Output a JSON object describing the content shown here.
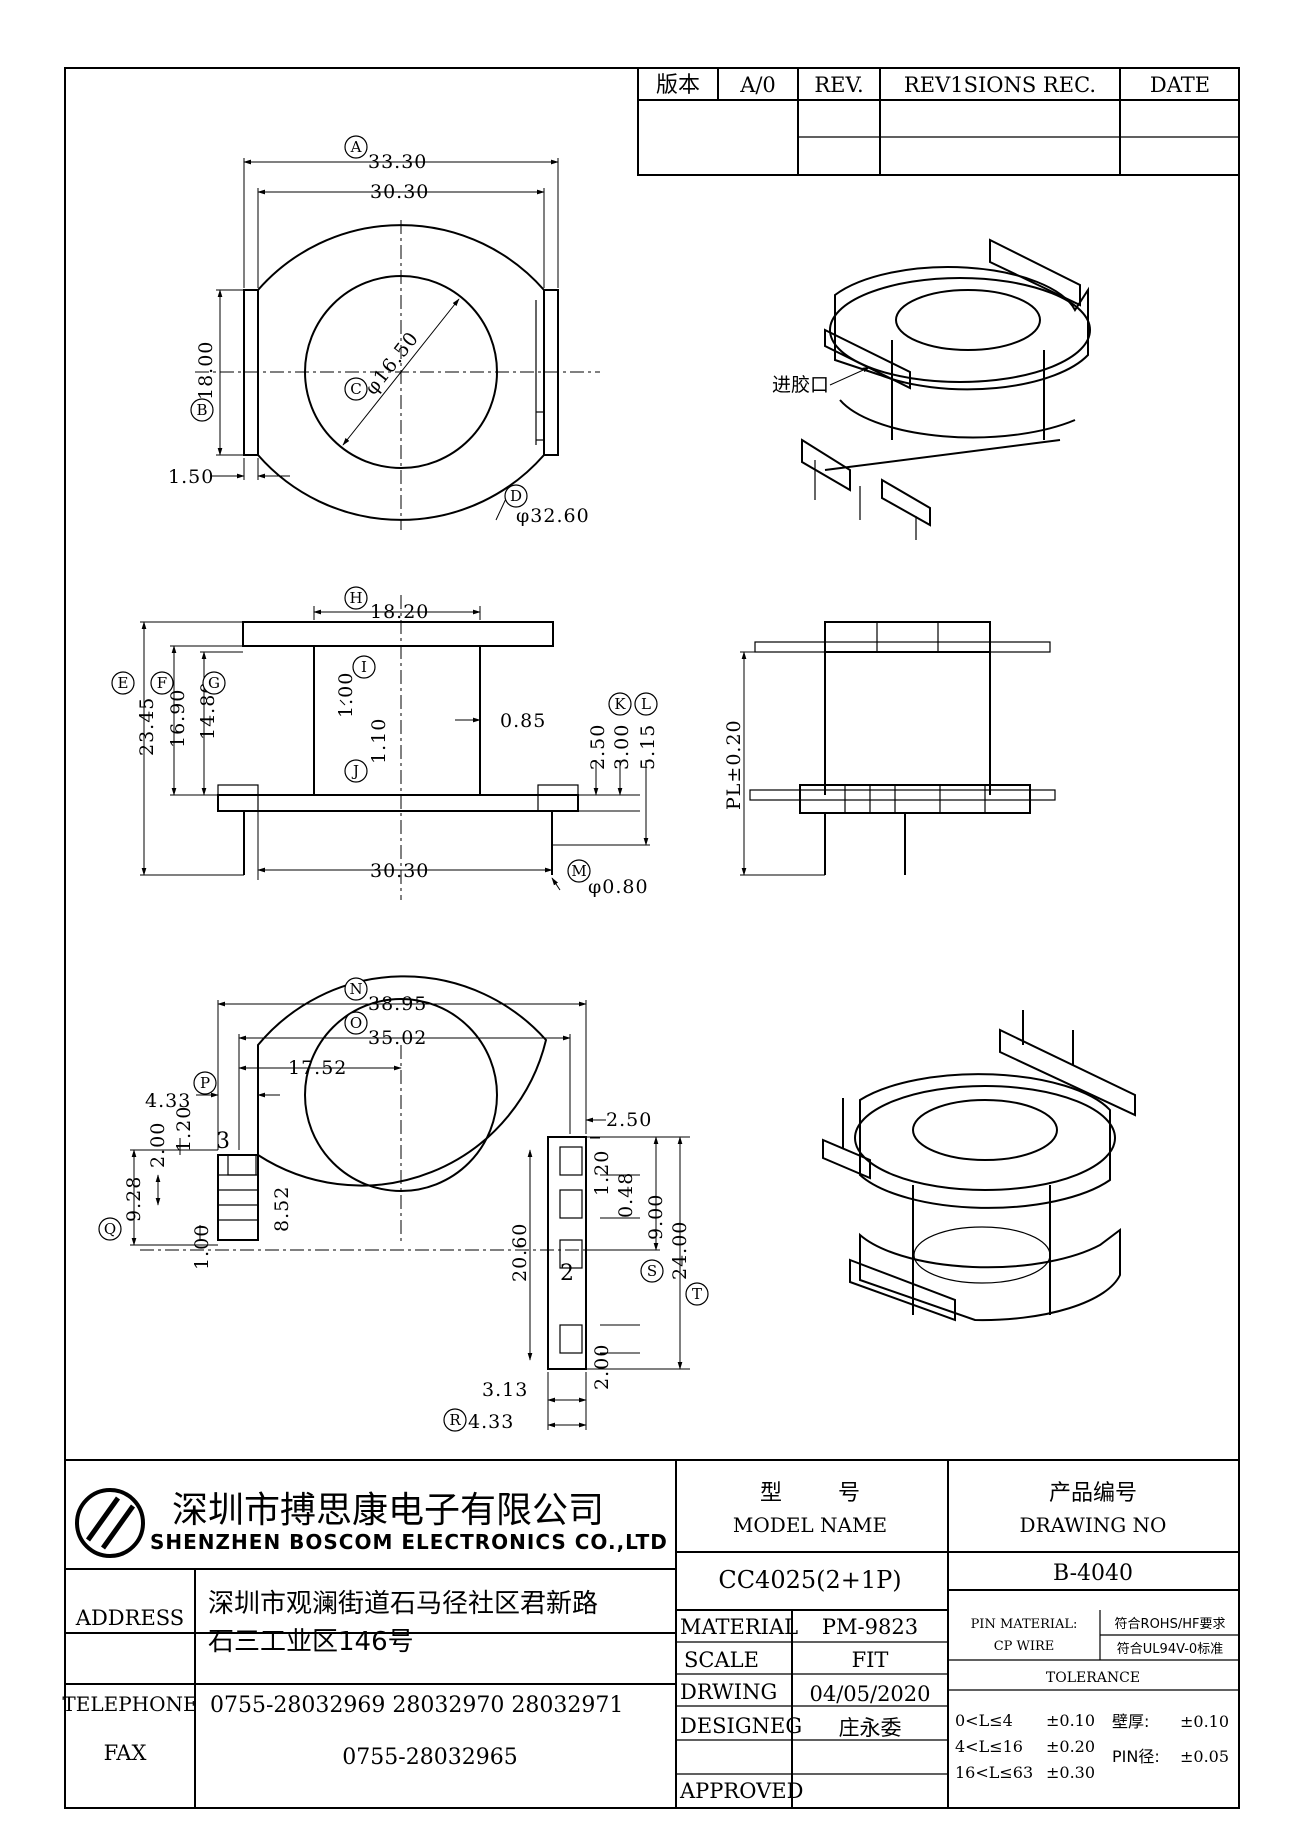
{
  "revision_block": {
    "version_label": "版本",
    "version_value": "A/0",
    "rev_label": "REV.",
    "revisions_label": "REV1SIONS REC.",
    "date_label": "DATE"
  },
  "top_view": {
    "dims": [
      {
        "letter": "A",
        "value": "33.30"
      },
      {
        "value": "30.30"
      },
      {
        "letter": "B",
        "value": "18.00"
      },
      {
        "letter": "C",
        "value": "φ16.50"
      },
      {
        "value": "1.50"
      },
      {
        "letter": "D",
        "value": "φ32.60"
      }
    ]
  },
  "iso_top": {
    "gate_label": "进胶口"
  },
  "front_view": {
    "dims": [
      {
        "letter": "H",
        "value": "18.20"
      },
      {
        "letter": "I",
        "value": "1.00"
      },
      {
        "value": "0.85"
      },
      {
        "letter": "J",
        "value": "1.10"
      },
      {
        "letter": "E",
        "value": "23.45"
      },
      {
        "letter": "F",
        "value": "16.90"
      },
      {
        "letter": "G",
        "value": "14.80"
      },
      {
        "letter": "K",
        "value": "2.50"
      },
      {
        "value": "3.00"
      },
      {
        "letter": "L",
        "value": "5.15"
      },
      {
        "value": "30.30"
      },
      {
        "letter": "M",
        "value": "φ0.80"
      }
    ]
  },
  "side_view": {
    "pl_label": "PL±0.20"
  },
  "bottom_view": {
    "dims": [
      {
        "letter": "N",
        "value": "38.95"
      },
      {
        "letter": "O",
        "value": "35.02"
      },
      {
        "value": "17.52"
      },
      {
        "letter": "P",
        "value": "4.33"
      },
      {
        "value": "1.20"
      },
      {
        "value": "2.00"
      },
      {
        "letter": "Q",
        "value": "9.28"
      },
      {
        "value": "8.52"
      },
      {
        "value": "1.00"
      },
      {
        "value": "2.50"
      },
      {
        "value": "1.20"
      },
      {
        "value": "0.48"
      },
      {
        "value": "20.60"
      },
      {
        "letter": "S",
        "value": "9.00"
      },
      {
        "letter": "T",
        "value": "24.00"
      },
      {
        "value": "2.00"
      },
      {
        "value": "3.13"
      },
      {
        "letter": "R",
        "value": "4.33"
      }
    ],
    "pin_labels": [
      "3",
      "2"
    ]
  },
  "title_block": {
    "company_cn": "深圳市搏思康电子有限公司",
    "company_en": "SHENZHEN BOSCOM ELECTRONICS CO.,LTD",
    "address_label": "ADDRESS",
    "address_line1": "深圳市观澜街道石马径社区君新路",
    "address_line2": "石三工业区146号",
    "telephone_label": "TELEPHONE",
    "telephone_value": "0755-28032969 28032970 28032971",
    "fax_label": "FAX",
    "fax_value": "0755-28032965",
    "model_cn": "型        号",
    "model_en": "MODEL NAME",
    "model_value": "CC4025(2+1P)",
    "drawing_no_cn": "产品编号",
    "drawing_no_en": "DRAWING NO",
    "drawing_no_value": "B-4040",
    "material_label": "MATERIAL",
    "material_value": "PM-9823",
    "scale_label": "SCALE",
    "scale_value": "FIT",
    "drawing_label": "DRWING",
    "drawing_value": "04/05/2020",
    "designer_label": "DESIGNEG",
    "designer_value": "庄永委",
    "approved_label": "APPROVED",
    "approved_value": "",
    "pin_material_label": "PIN MATERIAL:",
    "pin_material_value": "CP WIRE",
    "rohs_note": "符合ROHS/HF要求",
    "ul_note": "符合UL94V-0标准",
    "tolerance_label": "TOLERANCE",
    "tol_rows": [
      {
        "range": "0<L≤4",
        "value": "±0.10"
      },
      {
        "range": "4<L≤16",
        "value": "±0.20"
      },
      {
        "range": "16<L≤63",
        "value": "±0.30"
      }
    ],
    "wall_label": "壁厚:",
    "wall_value": "±0.10",
    "pin_dia_label": "PIN径:",
    "pin_dia_value": "±0.05"
  }
}
